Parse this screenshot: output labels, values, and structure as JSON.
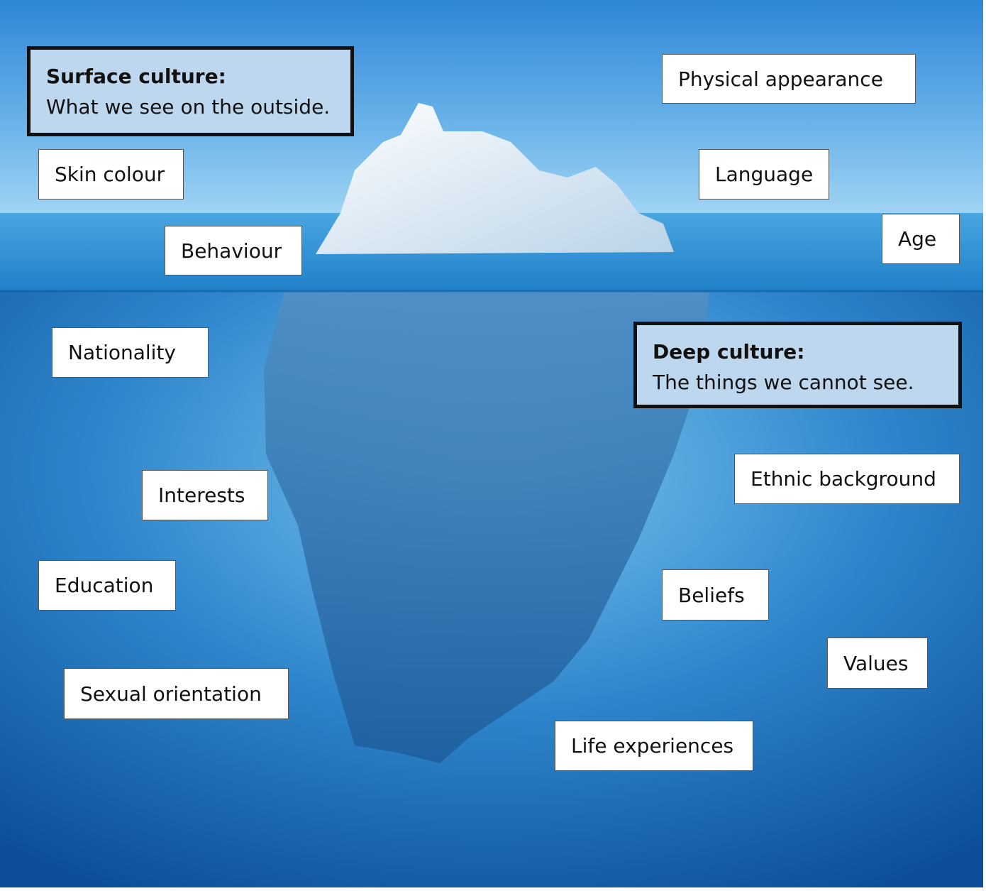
{
  "surface": {
    "title": "Surface culture:",
    "text": "What we see on the outside."
  },
  "deep": {
    "title": "Deep culture:",
    "text": "The things we cannot see."
  },
  "surface_items": [
    "Physical appearance",
    "Skin colour",
    "Language",
    "Age",
    "Behaviour"
  ],
  "deep_items": [
    "Nationality",
    "Ethnic background",
    "Interests",
    "Education",
    "Beliefs",
    "Values",
    "Sexual orientation",
    "Life experiences"
  ],
  "colors": {
    "header_box": "#bdd7ee",
    "sky": "#3d8fd9",
    "water": "#1466b4"
  }
}
